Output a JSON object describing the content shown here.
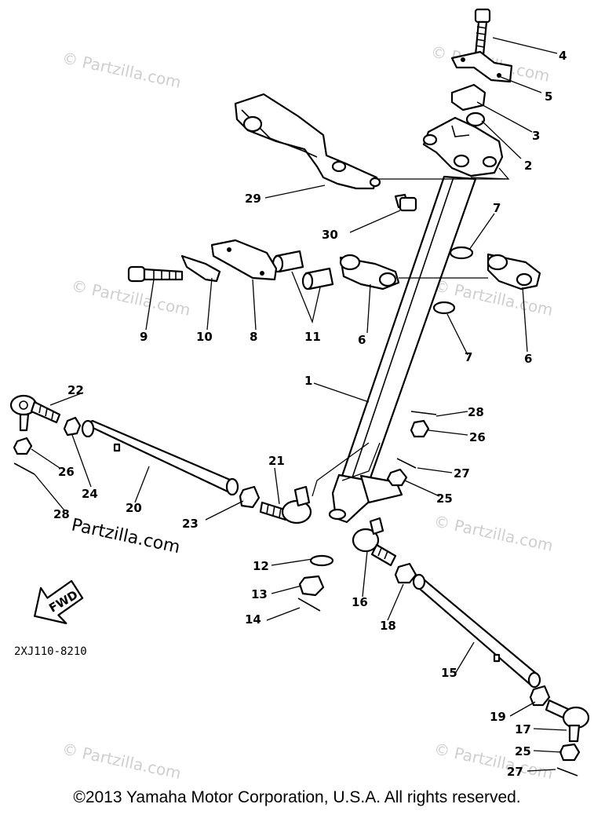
{
  "diagram": {
    "code": "2XJ110-8210",
    "fwd_label": "FWD",
    "watermark": "© Partzilla.com",
    "watermark_main": "Partzilla.com",
    "copyright": "©2013  Yamaha Motor Corporation, U.S.A. All rights reserved.",
    "callouts": [
      "1",
      "2",
      "3",
      "4",
      "5",
      "6",
      "6",
      "7",
      "7",
      "8",
      "9",
      "10",
      "11",
      "12",
      "13",
      "14",
      "15",
      "16",
      "17",
      "18",
      "19",
      "20",
      "21",
      "22",
      "23",
      "24",
      "25",
      "25",
      "26",
      "26",
      "27",
      "27",
      "28",
      "28",
      "29",
      "30"
    ]
  }
}
